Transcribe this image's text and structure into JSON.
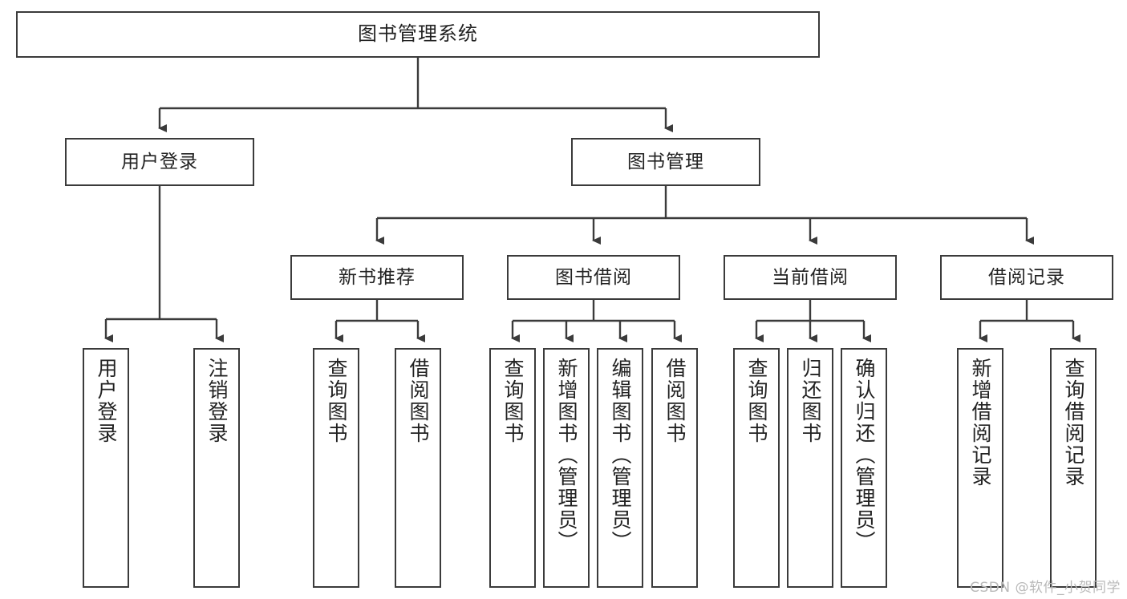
{
  "diagram": {
    "type": "tree",
    "title": "图书管理系统",
    "orientation": "top-down",
    "colors": {
      "box_border": "#3b3b3b",
      "box_fill": "#ffffff",
      "connector": "#3b3b3b",
      "text": "#222222",
      "watermark": "#b9b9b9",
      "background": "#ffffff"
    },
    "root": {
      "label": "图书管理系统"
    },
    "level2": [
      {
        "label": "用户登录"
      },
      {
        "label": "图书管理"
      }
    ],
    "level3": [
      {
        "label": "新书推荐"
      },
      {
        "label": "图书借阅"
      },
      {
        "label": "当前借阅"
      },
      {
        "label": "借阅记录"
      }
    ],
    "leaves": {
      "user_login": [
        {
          "label": "用户登录"
        },
        {
          "label": "注销登录"
        }
      ],
      "new_book_recommend": [
        {
          "label": "查询图书"
        },
        {
          "label": "借阅图书"
        }
      ],
      "book_borrow": [
        {
          "label": "查询图书"
        },
        {
          "label": "新增图书（管理员）"
        },
        {
          "label": "编辑图书（管理员）"
        },
        {
          "label": "借阅图书"
        }
      ],
      "current_borrow": [
        {
          "label": "查询图书"
        },
        {
          "label": "归还图书"
        },
        {
          "label": "确认归还（管理员）"
        }
      ],
      "borrow_record": [
        {
          "label": "新增借阅记录"
        },
        {
          "label": "查询借阅记录"
        }
      ]
    }
  },
  "watermark": {
    "text": "CSDN @软件_小贺同学"
  }
}
